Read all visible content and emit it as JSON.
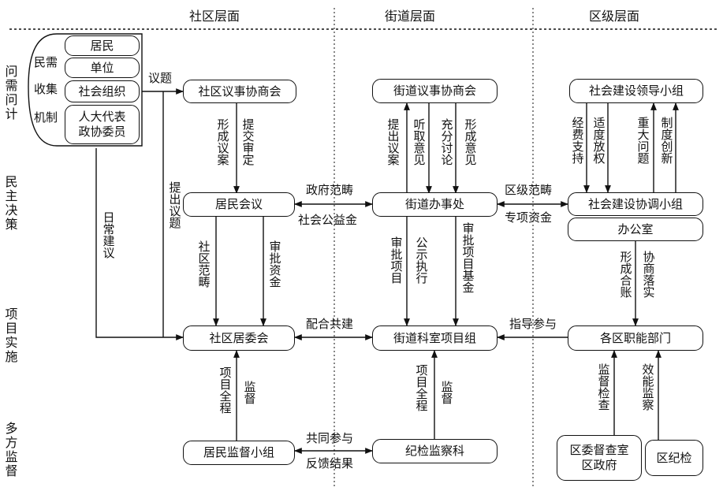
{
  "headers": {
    "community": "社区层面",
    "street": "街道层面",
    "district": "区级层面"
  },
  "stages": {
    "needs": "问需问计",
    "decision": "民主决策",
    "implementation": "项目实施",
    "supervision": "多方监督"
  },
  "needs_mechanism": {
    "label_a": "民需",
    "label_b": "收集",
    "label_c": "机制",
    "items": [
      "居民",
      "单位",
      "社会组织",
      "人大代表\n政协委员"
    ]
  },
  "nodes": {
    "community_council": "社区议事协商会",
    "residents_meeting": "居民会议",
    "community_committee": "社区居委会",
    "residents_supervision": "居民监督小组",
    "street_council": "街道议事协商会",
    "street_office": "街道办事处",
    "street_project_group": "街道科室项目组",
    "discipline_office": "纪检监察科",
    "leading_group": "社会建设领导小组",
    "coordination_group": "社会建设协调小组",
    "office": "办公室",
    "district_departments": "各区职能部门",
    "district_supervision": "区委督查室\n区政府",
    "district_discipline": "区纪检"
  },
  "edge_labels": {
    "topics": "议题",
    "daily_suggestions": "日常建议",
    "raise_topics": "提出议题",
    "form_proposal": "形成议案",
    "submit_review": "提交审定",
    "community_scope": "社区范畴",
    "approve_funds": "审批资金",
    "project_whole": "项目全程",
    "supervise": "监督",
    "gov_scope": "政府范畴",
    "public_welfare_funds": "社会公益金",
    "cooperate_build": "配合共建",
    "joint_participation": "共同参与",
    "feedback_results": "反馈结果",
    "propose_case": "提出议案",
    "hear_opinions": "听取意见",
    "full_discussion": "充分讨论",
    "form_opinion": "形成意见",
    "approve_projects": "审批项目",
    "public_execution": "公示执行",
    "approve_project_fund": "审批项目基金",
    "street_project_whole": "项目全程",
    "street_supervise": "监督",
    "district_scope": "区级范畴",
    "special_funds": "专项资金",
    "funding_support": "经费支持",
    "moderate_delegation": "适度放权",
    "major_issues": "重大问题",
    "system_innovation": "制度创新",
    "form_ledger": "形成合账",
    "coordinate_implement": "协商落实",
    "guide_participate": "指导参与",
    "supervise_inspect": "监督检查",
    "efficiency_supervision": "效能监察"
  }
}
